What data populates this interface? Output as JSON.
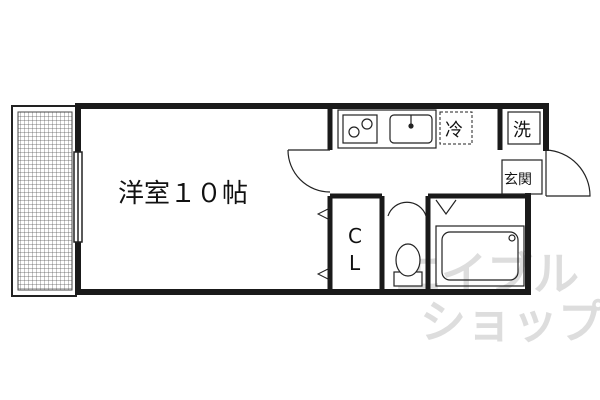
{
  "floor_plan": {
    "rooms": {
      "western_room": "洋室１０帖",
      "closet_line1": "C",
      "closet_line2": "L"
    },
    "fixtures": {
      "refrigerator": "冷",
      "washer": "洗",
      "entrance": "玄関"
    },
    "watermark": {
      "line1": "エイブル",
      "line2": "ショップ"
    },
    "colors": {
      "wall": "#1a1a1a",
      "balcony_grid": "#555555",
      "watermark": "#cfcfcf"
    }
  }
}
